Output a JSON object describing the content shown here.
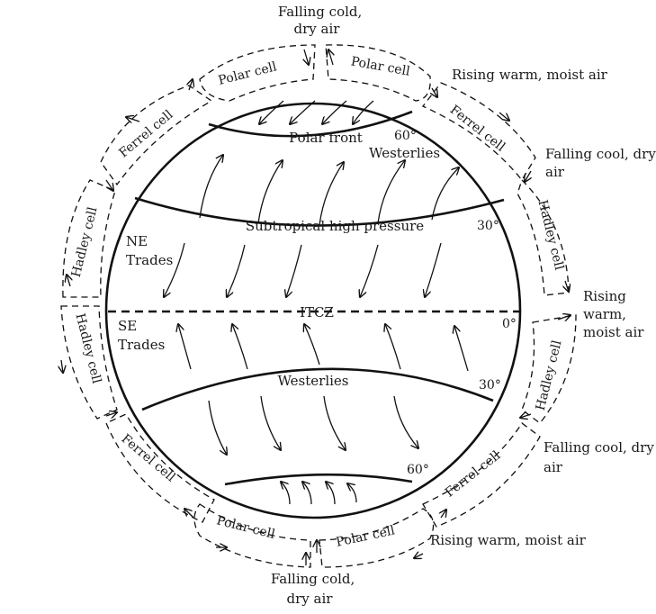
{
  "outside_labels": {
    "top_falling": [
      "Falling cold,",
      "dry air"
    ],
    "top_right_rising": "Rising warm, moist air",
    "right_upper_falling": [
      "Falling cool, dry",
      "air"
    ],
    "right_rising": [
      "Rising",
      "warm,",
      "moist air"
    ],
    "right_lower_falling": [
      "Falling cool, dry",
      "air"
    ],
    "bottom_right_rising": "Rising warm, moist air",
    "bottom_falling": [
      "Falling cold,",
      "dry air"
    ]
  },
  "cells": {
    "polar_top_left": "Polar cell",
    "polar_top_right": "Polar cell",
    "ferrel_top_left": "Ferrel cell",
    "ferrel_top_right": "Ferrel cell",
    "hadley_left_upper": "Hadley cell",
    "hadley_right_upper": "Hadley cell",
    "hadley_left_lower": "Hadley cell",
    "hadley_right_lower": "Hadley cell",
    "ferrel_bottom_left": "Ferrel cell",
    "ferrel_bottom_right": "Ferrel cell",
    "polar_bottom_left": "Polar cell",
    "polar_bottom_right": "Polar cell"
  },
  "inside_labels": {
    "polar_front": "Polar front",
    "westerlies_north": "Westerlies",
    "subtropical_high": "Subtropical high pressure",
    "ne_trades": [
      "NE",
      "Trades"
    ],
    "itcz": "ITCZ",
    "se_trades": [
      "SE",
      "Trades"
    ],
    "westerlies_south": "Westerlies"
  },
  "latitudes": {
    "north_60": "60°",
    "north_30": "30°",
    "equator": "0°",
    "south_30": "30°",
    "south_60": "60°"
  }
}
